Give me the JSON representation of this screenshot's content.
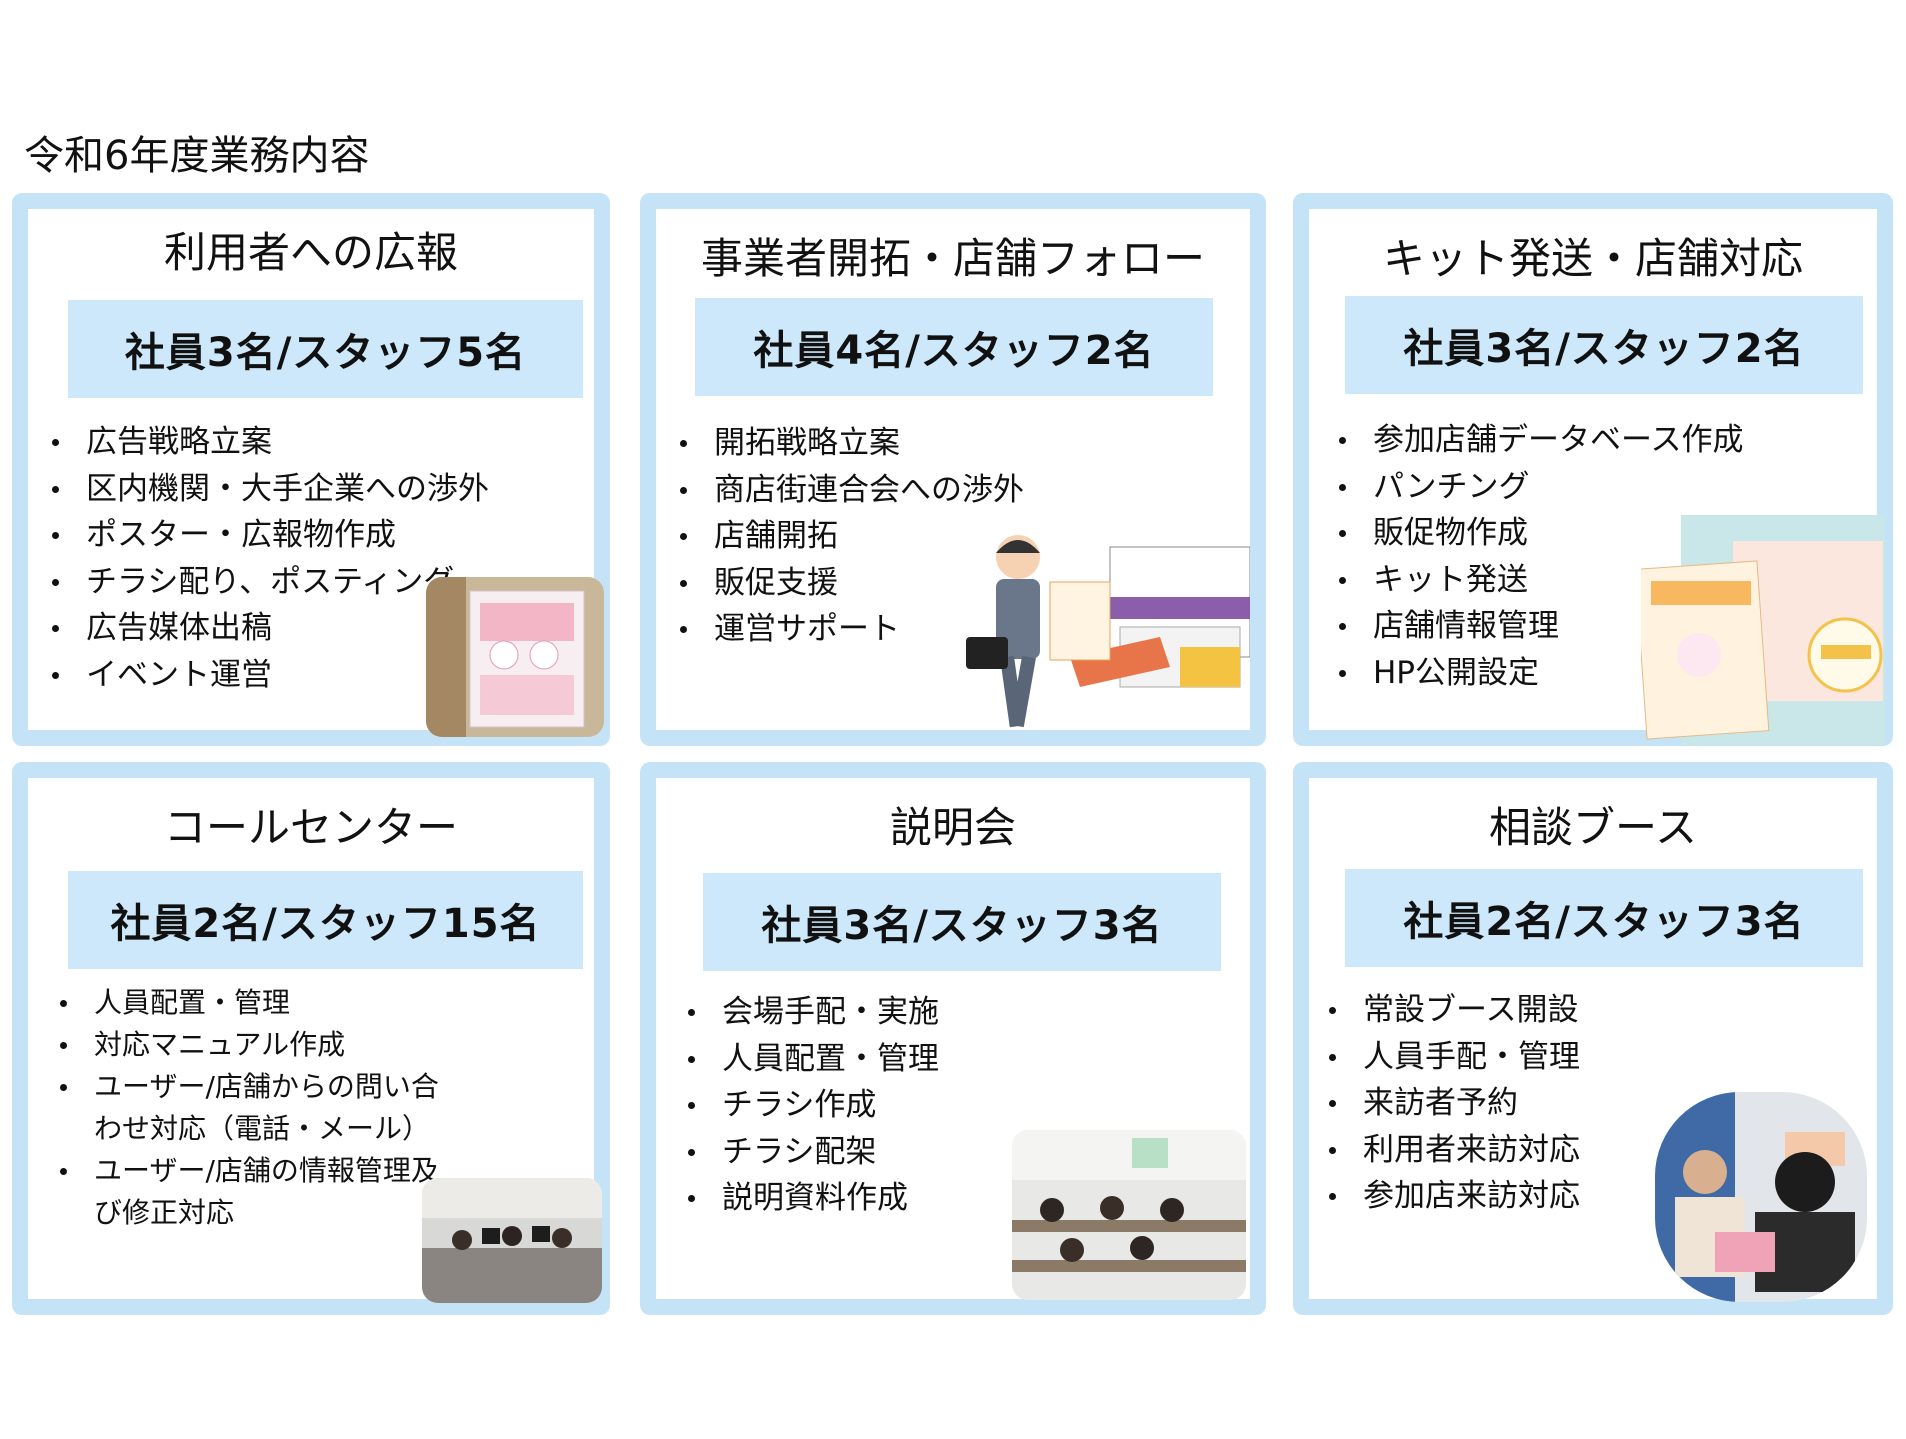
{
  "page_title": "令和6年度業務内容",
  "cards": [
    {
      "title": "利用者への広報",
      "staff": "社員3名/スタッフ5名",
      "items": [
        "広告戦略立案",
        "区内機関・大手企業への渉外",
        "ポスター・広報物作成",
        "チラシ配り、ポスティング",
        "広告媒体出稿",
        "イベント運営"
      ]
    },
    {
      "title": "事業者開拓・店舗フォロー",
      "staff": "社員4名/スタッフ2名",
      "items": [
        "開拓戦略立案",
        "商店街連合会への渉外",
        "店舗開拓",
        "販促支援",
        "運営サポート"
      ]
    },
    {
      "title": "キット発送・店舗対応",
      "staff": "社員3名/スタッフ2名",
      "items": [
        "参加店舗データベース作成",
        "パンチング",
        "販促物作成",
        "キット発送",
        "店舗情報管理",
        "HP公開設定"
      ]
    },
    {
      "title": "コールセンター",
      "staff": "社員2名/スタッフ15名",
      "items": [
        "人員配置・管理",
        "対応マニュアル作成",
        "ユーザー/店舗からの問い合わせ対応（電話・メール）",
        "ユーザー/店舗の情報管理及び修正対応"
      ]
    },
    {
      "title": "説明会",
      "staff": "社員3名/スタッフ3名",
      "items": [
        "会場手配・実施",
        "人員配置・管理",
        "チラシ作成",
        "チラシ配架",
        "説明資料作成"
      ]
    },
    {
      "title": "相談ブース",
      "staff": "社員2名/スタッフ3名",
      "items": [
        "常設ブース開設",
        "人員手配・管理",
        "来訪者予約",
        "利用者来訪対応",
        "参加店来訪対応"
      ]
    }
  ]
}
